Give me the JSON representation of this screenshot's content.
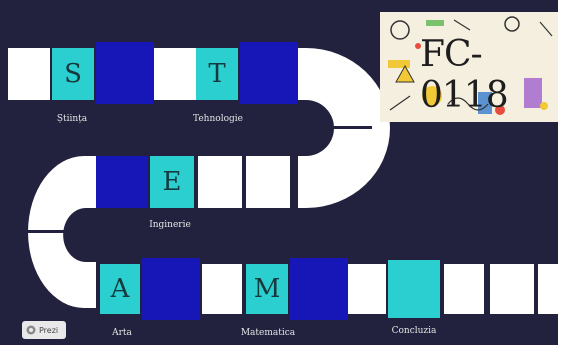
{
  "colors": {
    "background": "#22223e",
    "path": "#ffffff",
    "blue": "#1717b8",
    "cyan": "#2ccfcf",
    "label": "#e6e6e6"
  },
  "letters": {
    "s": "S",
    "t": "T",
    "e": "E",
    "a": "A",
    "m": "M"
  },
  "captions": {
    "stiinta": "Știința",
    "tehnologie": "Tehnologie",
    "inginerie": "Inginerie",
    "arta": "Arta",
    "matematica": "Matematica",
    "concluzia": "Concluzia"
  },
  "image_card": {
    "code": "FC-0118",
    "icon": "science-doodles-image"
  },
  "toolbar": {
    "prezi_label": "Prezi"
  }
}
